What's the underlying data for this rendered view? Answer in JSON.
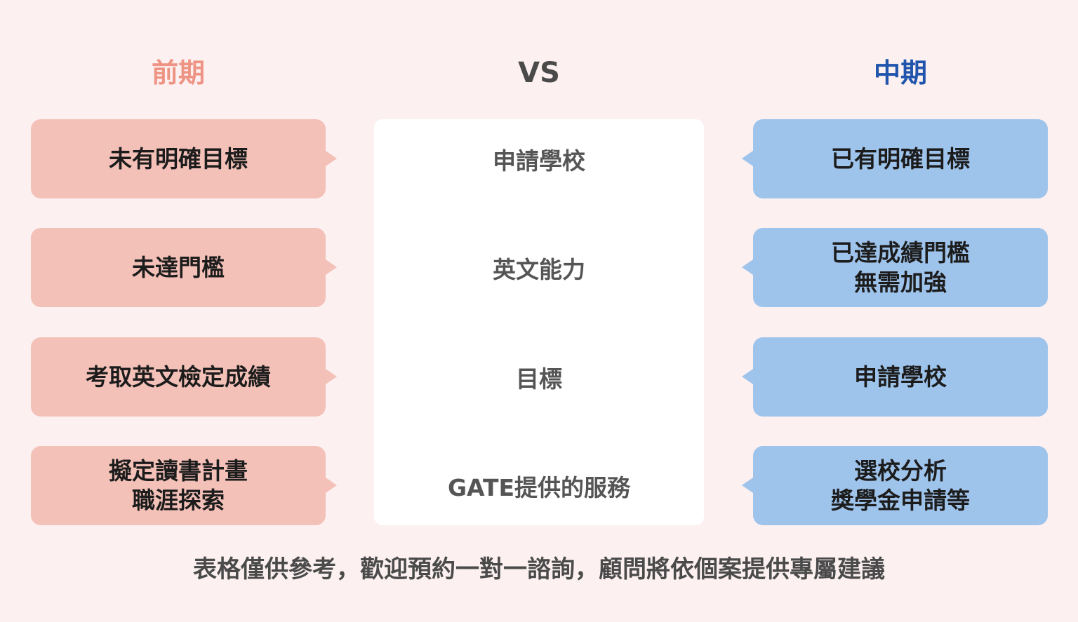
{
  "headers": {
    "left": "前期",
    "middle": "VS",
    "right": "中期"
  },
  "rows": [
    {
      "left": [
        "未有明確目標"
      ],
      "center": "申請學校",
      "right": [
        "已有明確目標"
      ]
    },
    {
      "left": [
        "未達門檻"
      ],
      "center": "英文能力",
      "right": [
        "已達成績門檻",
        "無需加強"
      ]
    },
    {
      "left": [
        "考取英文檢定成績"
      ],
      "center": "目標",
      "right": [
        "申請學校"
      ]
    },
    {
      "left": [
        "擬定讀書計畫",
        "職涯探索"
      ],
      "center": "GATE提供的服務",
      "right": [
        "選校分析",
        "獎學金申請等"
      ]
    }
  ],
  "footer": "表格僅供參考，歡迎預約一對一諮詢，顧問將依個案提供專屬建議",
  "colors": {
    "background": "#fcf0f0",
    "left_heading": "#ee9484",
    "right_heading": "#1f55ac",
    "left_box": "#f4c1b8",
    "right_box": "#9fc4ec",
    "center_panel": "#ffffff"
  }
}
